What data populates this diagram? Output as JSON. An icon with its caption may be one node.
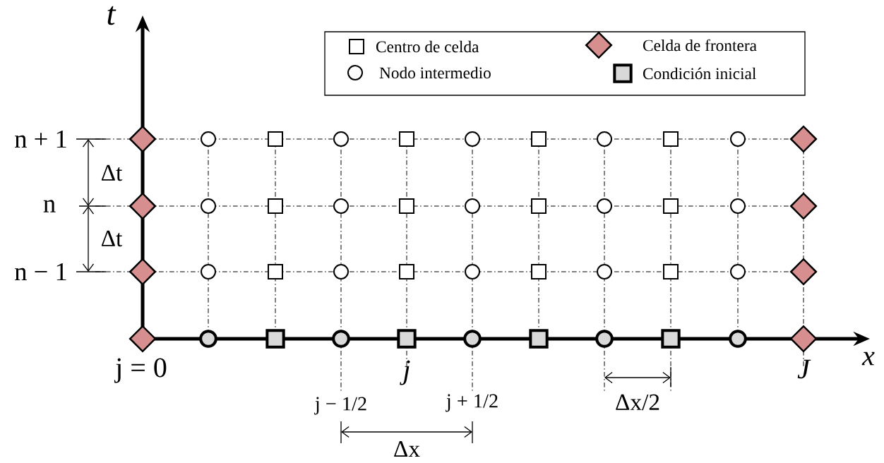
{
  "diagram": {
    "labels": [
      "t",
      "x",
      "n + 1",
      "n",
      "n − 1",
      "Δt",
      "Δt",
      "j = 0",
      "j",
      "J",
      "j − 1/2",
      "j + 1/2",
      "Δx/2",
      "Δx"
    ],
    "legend": [
      {
        "text": "Centro de celda"
      },
      {
        "text": "Celda de frontera"
      },
      {
        "text": "Nodo intermedio"
      },
      {
        "text": "Condición inicial"
      }
    ]
  }
}
